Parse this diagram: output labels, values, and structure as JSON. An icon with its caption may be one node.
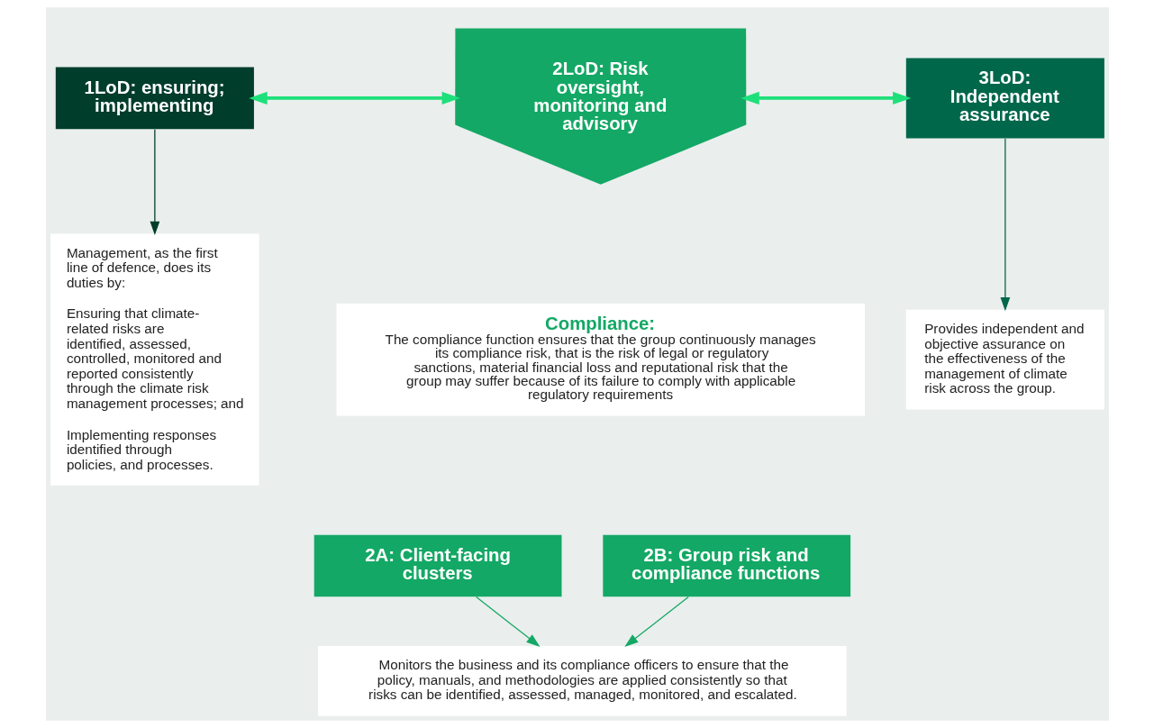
{
  "diagram": {
    "nodes": [
      {
        "text": [
          "1LoD: ensuring; implementing"
        ]
      },
      {
        "text": [
          "Management, as the first line of defence, does its duties by:",
          "Ensuring that climate-related risks are identified, assessed, controlled, monitored and reported consistently through the climate risk management processes; and",
          "Implementing responses identified through policies, and processes."
        ]
      },
      {
        "text": [
          "2LoD: Risk oversight, monitoring and advisory"
        ]
      },
      {
        "text": [
          "Compliance:",
          "The compliance function ensures that the group continuously manages its compliance risk, that is the risk of legal or regulatory sanctions, material financial loss and reputational risk that the group may suffer because of its failure to comply with applicable regulatory requirements"
        ]
      },
      {
        "text": [
          "2A: Client-facing clusters"
        ]
      },
      {
        "text": [
          "2B: Group risk and compliance functions"
        ]
      },
      {
        "text": [
          "Monitors the business and its compliance officers to ensure that the policy, manuals, and methodologies are applied consistently so that risks can be identified, assessed, managed, monitored, and escalated."
        ]
      },
      {
        "text": [
          "3LoD: Independent assurance"
        ]
      },
      {
        "text": [
          "Provides independent and objective assurance on the effectiveness of the management of climate risk across the group."
        ]
      }
    ],
    "edges": [
      {
        "from": 0,
        "to": 2,
        "arrow": "both",
        "style": "thick",
        "color": "#1ee07a"
      },
      {
        "from": 2,
        "to": 7,
        "arrow": "both",
        "style": "thick",
        "color": "#1ee07a"
      },
      {
        "from": 0,
        "to": 1,
        "arrow": "to",
        "color": "#003d2b"
      },
      {
        "from": 4,
        "to": 6,
        "arrow": "to",
        "color": "#13a865"
      },
      {
        "from": 5,
        "to": 6,
        "arrow": "to",
        "color": "#13a865"
      },
      {
        "from": 7,
        "to": 8,
        "arrow": "to",
        "color": "#00674a"
      }
    ]
  }
}
